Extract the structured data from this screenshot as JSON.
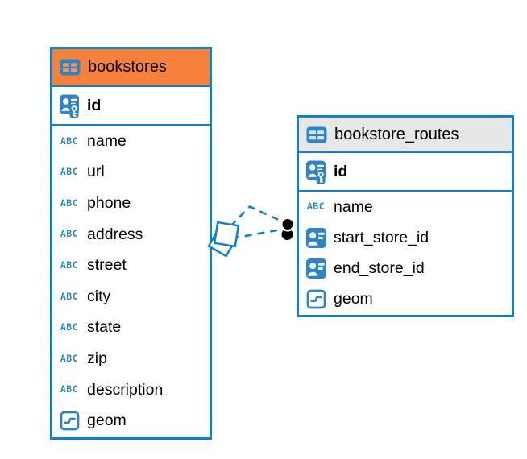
{
  "colors": {
    "accent-blue": "#1081c6",
    "icon-blue": "#2d85c6",
    "bookstores-header-orange": "#f6813d",
    "routes-header-gray": "#e7e7e7",
    "endpoint-black": "#000000",
    "text-black": "#000000",
    "canvas-white": "#ffffff"
  },
  "icons": {
    "text_type_label": "ABC"
  },
  "tables": [
    {
      "name": "bookstores",
      "header_color": "#f6813d",
      "icon_cell_color": "#f5915a",
      "columns": [
        {
          "name": "id",
          "icon": "primary-key-icon",
          "primary": true
        },
        {
          "name": "name",
          "icon": "text-type-icon"
        },
        {
          "name": "url",
          "icon": "text-type-icon"
        },
        {
          "name": "phone",
          "icon": "text-type-icon"
        },
        {
          "name": "address",
          "icon": "text-type-icon"
        },
        {
          "name": "street",
          "icon": "text-type-icon"
        },
        {
          "name": "city",
          "icon": "text-type-icon"
        },
        {
          "name": "state",
          "icon": "text-type-icon"
        },
        {
          "name": "zip",
          "icon": "text-type-icon"
        },
        {
          "name": "description",
          "icon": "text-type-icon"
        },
        {
          "name": "geom",
          "icon": "geometry-type-icon"
        }
      ]
    },
    {
      "name": "bookstore_routes",
      "header_color": "#e7e7e7",
      "icon_cell_color": "#d5e6f4",
      "columns": [
        {
          "name": "id",
          "icon": "primary-key-icon",
          "primary": true
        },
        {
          "name": "name",
          "icon": "text-type-icon"
        },
        {
          "name": "start_store_id",
          "icon": "reference-icon"
        },
        {
          "name": "end_store_id",
          "icon": "reference-icon"
        },
        {
          "name": "geom",
          "icon": "geometry-type-icon"
        }
      ]
    }
  ],
  "relationships": [
    {
      "from": "bookstores",
      "to": "bookstore_routes",
      "style": "dashed"
    },
    {
      "from": "bookstores",
      "to": "bookstore_routes",
      "style": "dashed"
    }
  ]
}
